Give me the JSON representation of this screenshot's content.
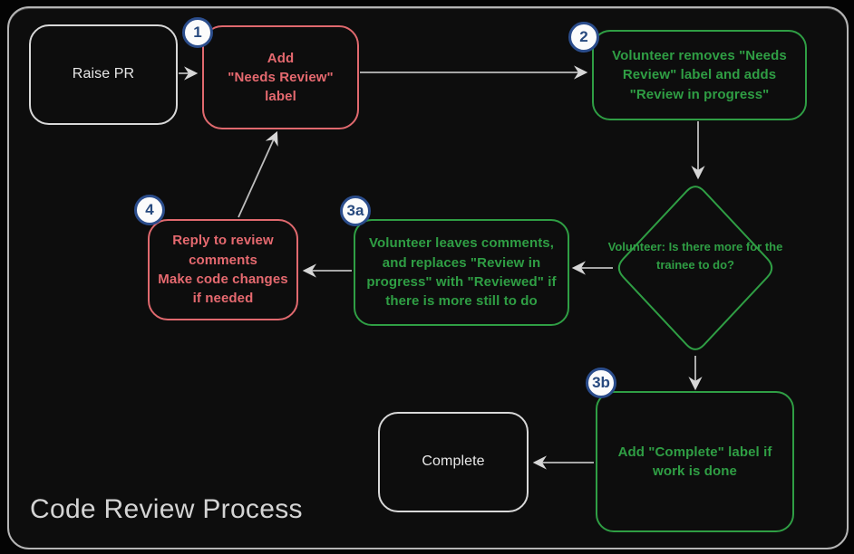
{
  "title": "Code Review Process",
  "colors": {
    "background": "#0d0d0d",
    "card_border": "#b5b5b5",
    "red_node": "#e0696e",
    "green_node": "#2f9e44",
    "neutral_node": "#d8d8d8",
    "badge_blue": "#2b4d8c",
    "arrow": "#bdbdbd",
    "title_text": "#d4d4d4"
  },
  "nodes": {
    "raise_pr": {
      "lines": [
        "Raise PR"
      ]
    },
    "add_needs_review": {
      "badge": "1",
      "lines": [
        "Add",
        "\"Needs Review\"",
        "label"
      ]
    },
    "volunteer_removes": {
      "badge": "2",
      "lines": [
        "Volunteer removes \"Needs",
        "Review\" label and adds",
        "\"Review in progress\""
      ]
    },
    "decision": {
      "lines": [
        "Volunteer:",
        "Is there more for",
        "the trainee to do?"
      ]
    },
    "volunteer_comments": {
      "badge": "3a",
      "lines": [
        "Volunteer leaves comments,",
        "and replaces \"Review in",
        "progress\" with \"Reviewed\" if",
        "there is more still to do"
      ]
    },
    "reply_to_review": {
      "badge": "4",
      "lines": [
        "Reply to review",
        "comments",
        "Make code changes",
        "if needed"
      ]
    },
    "add_complete": {
      "badge": "3b",
      "lines": [
        "Add \"Complete\" label if",
        "work is done"
      ]
    },
    "complete": {
      "lines": [
        "Complete"
      ]
    }
  }
}
